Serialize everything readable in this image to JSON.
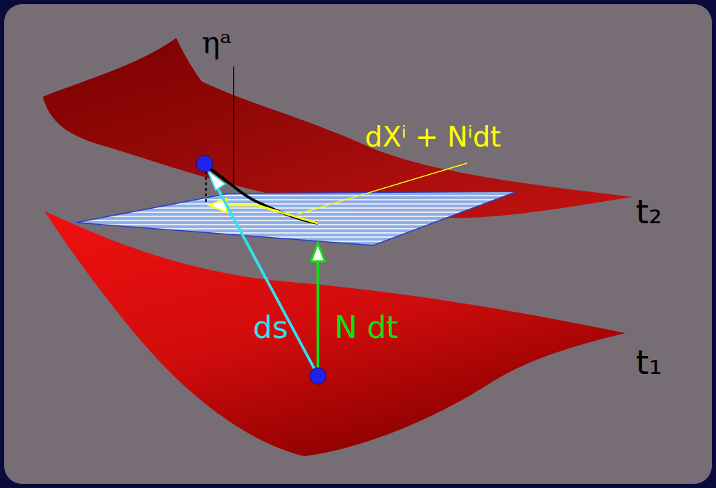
{
  "diagram": {
    "labels": [
      "ηᵃ",
      "dXⁱ + Nⁱdt",
      "t₂",
      "ds",
      "N dt",
      "t₁"
    ]
  }
}
